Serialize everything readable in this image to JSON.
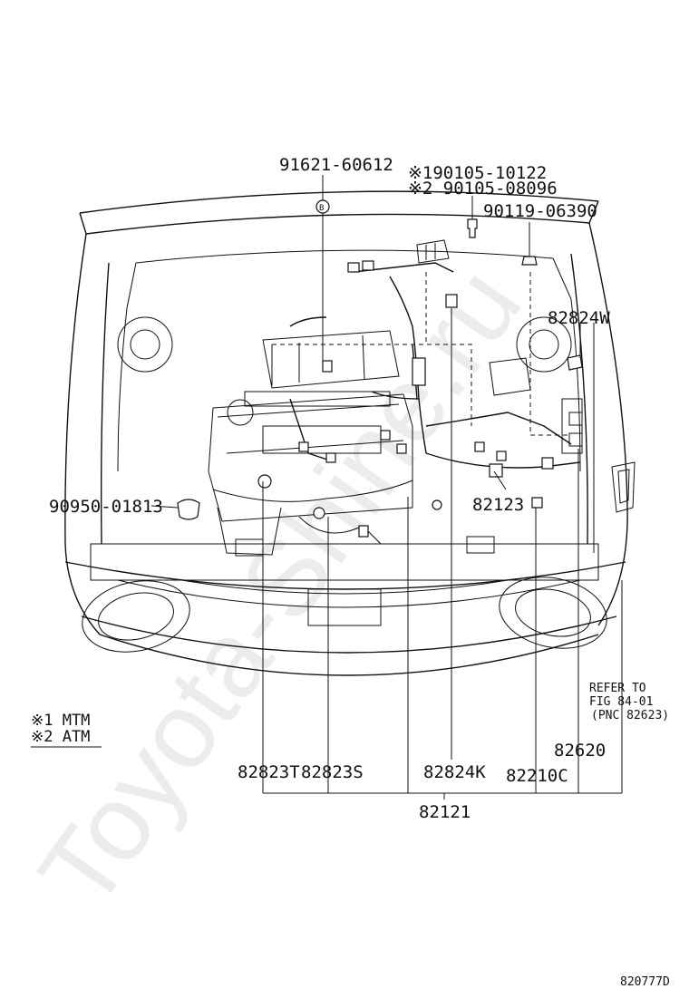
{
  "watermark": "Toyota-Shine.ru",
  "labels": {
    "top_connector": "91621-60612",
    "bolt_mtm": "※190105-10122",
    "bolt_atm": "※2 90105-08096",
    "clip": "90119-06390",
    "right_harness": "82824W",
    "grommet": "90950-01813",
    "sub_harness": "82123",
    "bottom_t": "82823T",
    "bottom_s": "82823S",
    "bottom_k": "82824K",
    "bottom_c": "82210C",
    "relay_block": "82620",
    "main_harness": "82121",
    "refer_line1": "REFER TO",
    "refer_line2": "FIG 84-01",
    "refer_line3": "(PNC 82623)"
  },
  "legend": {
    "item1": "※1 MTM",
    "item2": "※2 ATM"
  },
  "footer": {
    "drawing_id": "820777D"
  }
}
